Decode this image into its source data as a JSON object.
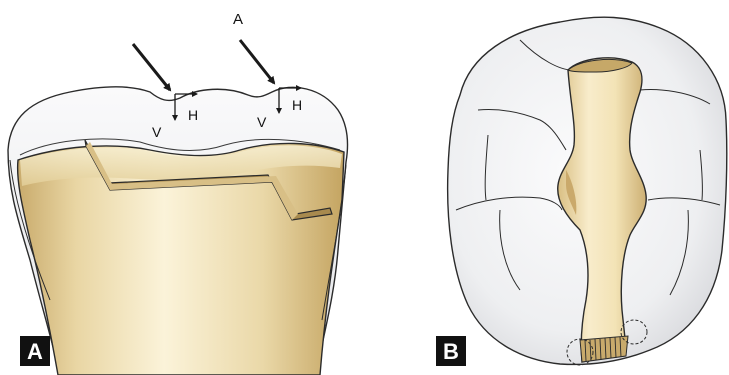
{
  "panel_a": {
    "badge": "A",
    "force_label": "A",
    "vector_labels": {
      "left_horizontal": "H",
      "left_vertical": "V",
      "right_horizontal": "H",
      "right_vertical": "V"
    }
  },
  "panel_b": {
    "badge": "B"
  },
  "colors": {
    "enamel": "#f2f2f4",
    "enamel_shadow": "#d9dadd",
    "restoration_light": "#f6ecc8",
    "restoration_mid": "#e6d3a0",
    "restoration_dark": "#b89b5e",
    "outline": "#2b2b2b",
    "badge": "#111111"
  }
}
